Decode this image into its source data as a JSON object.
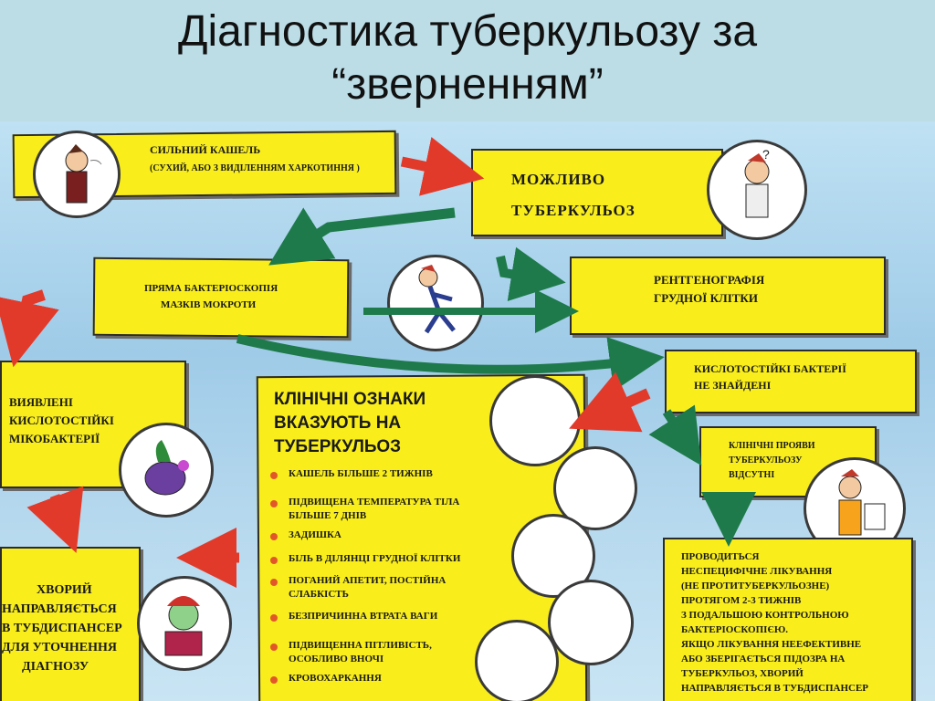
{
  "title": {
    "line1": "Діагностика туберкульозу за",
    "line2": "“зверненням”"
  },
  "boxes": {
    "cough": {
      "line1": "СИЛЬНИЙ КАШЕЛЬ",
      "line2": "(СУХИЙ, АБО З ВИДІЛЕННЯМ ХАРКОТИННЯ )"
    },
    "possible": {
      "line1": "МОЖЛИВО",
      "line2": "ТУБЕРКУЛЬОЗ"
    },
    "microscopy": {
      "line1": "ПРЯМА БАКТЕРІОСКОПІЯ",
      "line2": "МАЗКІВ МОКРОТИ"
    },
    "xray": {
      "line1": "РЕНТГЕНОГРАФІЯ",
      "line2": "ГРУДНОЇ КЛІТКИ"
    },
    "acid_not_found": {
      "line1": "КИСЛОТОСТІЙКІ БАКТЕРІЇ",
      "line2": "НЕ ЗНАЙДЕНІ"
    },
    "found": {
      "line1": "ВИЯВЛЕНІ",
      "line2": "КИСЛОТОСТІЙКІ",
      "line3": "МІКОБАКТЕРІЇ"
    },
    "no_signs": {
      "line1": "КЛІНІЧНІ ПРОЯВИ",
      "line2": "ТУБЕРКУЛЬОЗУ",
      "line3": "ВІДСУТНІ"
    },
    "referred": {
      "line1": "ХВОРИЙ",
      "line2": "НАПРАВЛЯЄТЬСЯ",
      "line3": "В ТУБДИСПАНСЕР",
      "line4": "ДЛЯ УТОЧНЕННЯ",
      "line5": "ДІАГНОЗУ"
    },
    "clinical": {
      "line1": "КЛІНІЧНІ ОЗНАКИ",
      "line2": "ВКАЗУЮТЬ НА",
      "line3": "ТУБЕРКУЛЬОЗ",
      "items": [
        "КАШЕЛЬ БІЛЬШЕ 2 ТИЖНІВ",
        "ПІДВИЩЕНА ТЕМПЕРАТУРА ТІЛА",
        "БІЛЬШЕ 7 ДНІВ",
        "ЗАДИШКА",
        "БІЛЬ В ДІЛЯНЦІ ГРУДНОЇ КЛІТКИ",
        "ПОГАНИЙ АПЕТИТ, ПОСТІЙНА",
        "СЛАБКІСТЬ",
        "БЕЗПРИЧИННА ВТРАТА ВАГИ",
        "ПІДВИЩЕННА ПІТЛИВІСТЬ,",
        "ОСОБЛИВО ВНОЧІ",
        "КРОВОХАРКАННЯ"
      ]
    },
    "treatment": {
      "lines": [
        "ПРОВОДИТЬСЯ",
        "НЕСПЕЦИФІЧНЕ ЛІКУВАННЯ",
        "(НЕ ПРОТИТУБЕРКУЛЬОЗНЕ)",
        "ПРОТЯГОМ 2-3 ТИЖНІВ",
        "З ПОДАЛЬШОЮ КОНТРОЛЬНОЮ",
        "БАКТЕРІОСКОПІЄЮ.",
        "ЯКЩО ЛІКУВАННЯ НЕЕФЕКТИВНЕ",
        "АБО ЗБЕРІГАЄТЬСЯ ПІДОЗРА НА",
        "ТУБЕРКУЛЬОЗ, ХВОРИЙ",
        "НАПРАВЛЯЄТЬСЯ В ТУБДИСПАНСЕР"
      ]
    }
  },
  "colors": {
    "box_yellow": "#f9ee1c",
    "arrow_red": "#e23a2a",
    "arrow_green": "#1e7a4a",
    "title_bg": "#bcdde6"
  },
  "icons": [
    "coughing-man-icon",
    "questioning-man-icon",
    "running-man-icon",
    "bacteria-creature-icon",
    "sick-man-icon",
    "doctor-icon"
  ]
}
